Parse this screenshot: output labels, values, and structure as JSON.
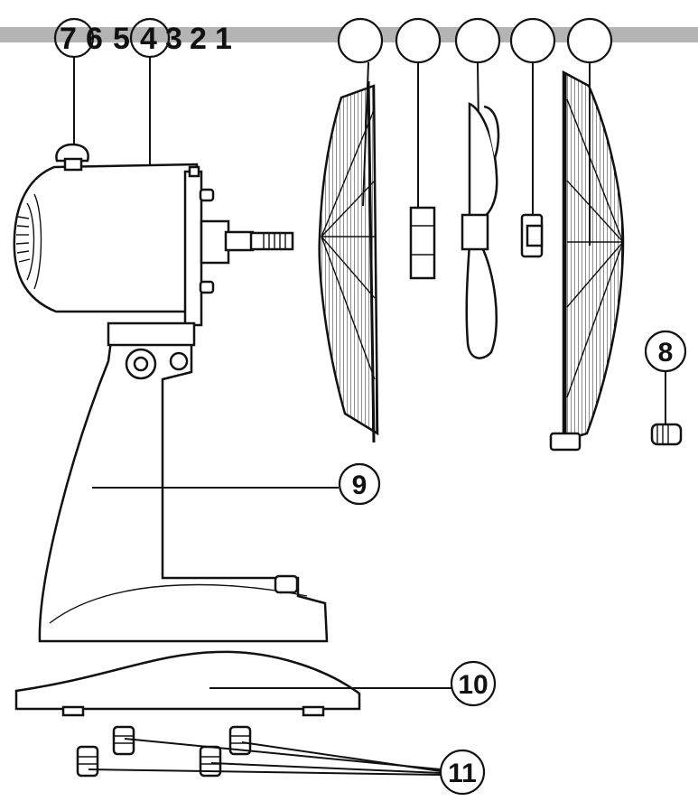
{
  "title_numbers": [
    "7",
    "6",
    "5",
    "4",
    "3",
    "2",
    "1"
  ],
  "callouts": {
    "c8": "8",
    "c9": "9",
    "c10": "10",
    "c11": "11"
  },
  "colors": {
    "stroke": "#111111",
    "rail": "#b4b4b4",
    "background": "#ffffff"
  }
}
